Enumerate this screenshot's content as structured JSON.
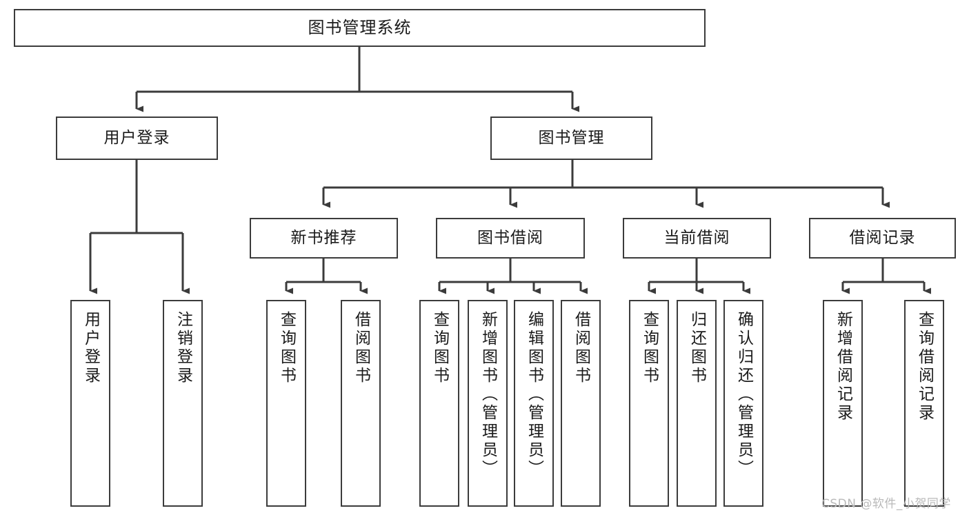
{
  "diagram": {
    "type": "tree",
    "title": "图书管理系统",
    "orientation": "top-down",
    "edge_color": "#3b3b3b",
    "box_border_color": "#3b3b3b",
    "box_fill_color": "#ffffff",
    "text_color": "#1a1a1a"
  },
  "nodes": {
    "root": {
      "label": "图书管理系统"
    },
    "level2": [
      {
        "label": "用户登录"
      },
      {
        "label": "图书管理"
      }
    ],
    "level3": [
      {
        "label": "新书推荐"
      },
      {
        "label": "图书借阅"
      },
      {
        "label": "当前借阅"
      },
      {
        "label": "借阅记录"
      }
    ],
    "leaves": {
      "user_login": [
        {
          "label": "用户登录"
        },
        {
          "label": "注销登录"
        }
      ],
      "new_book_recommend": [
        {
          "label": "查询图书"
        },
        {
          "label": "借阅图书"
        }
      ],
      "book_borrow": [
        {
          "label": "查询图书"
        },
        {
          "label": "新增图书（管理员）"
        },
        {
          "label": "编辑图书（管理员）"
        },
        {
          "label": "借阅图书"
        }
      ],
      "current_borrow": [
        {
          "label": "查询图书"
        },
        {
          "label": "归还图书"
        },
        {
          "label": "确认归还（管理员）"
        }
      ],
      "borrow_record": [
        {
          "label": "新增借阅记录"
        },
        {
          "label": "查询借阅记录"
        }
      ]
    }
  },
  "watermark": {
    "text": "CSDN @软件_小贺同学"
  }
}
